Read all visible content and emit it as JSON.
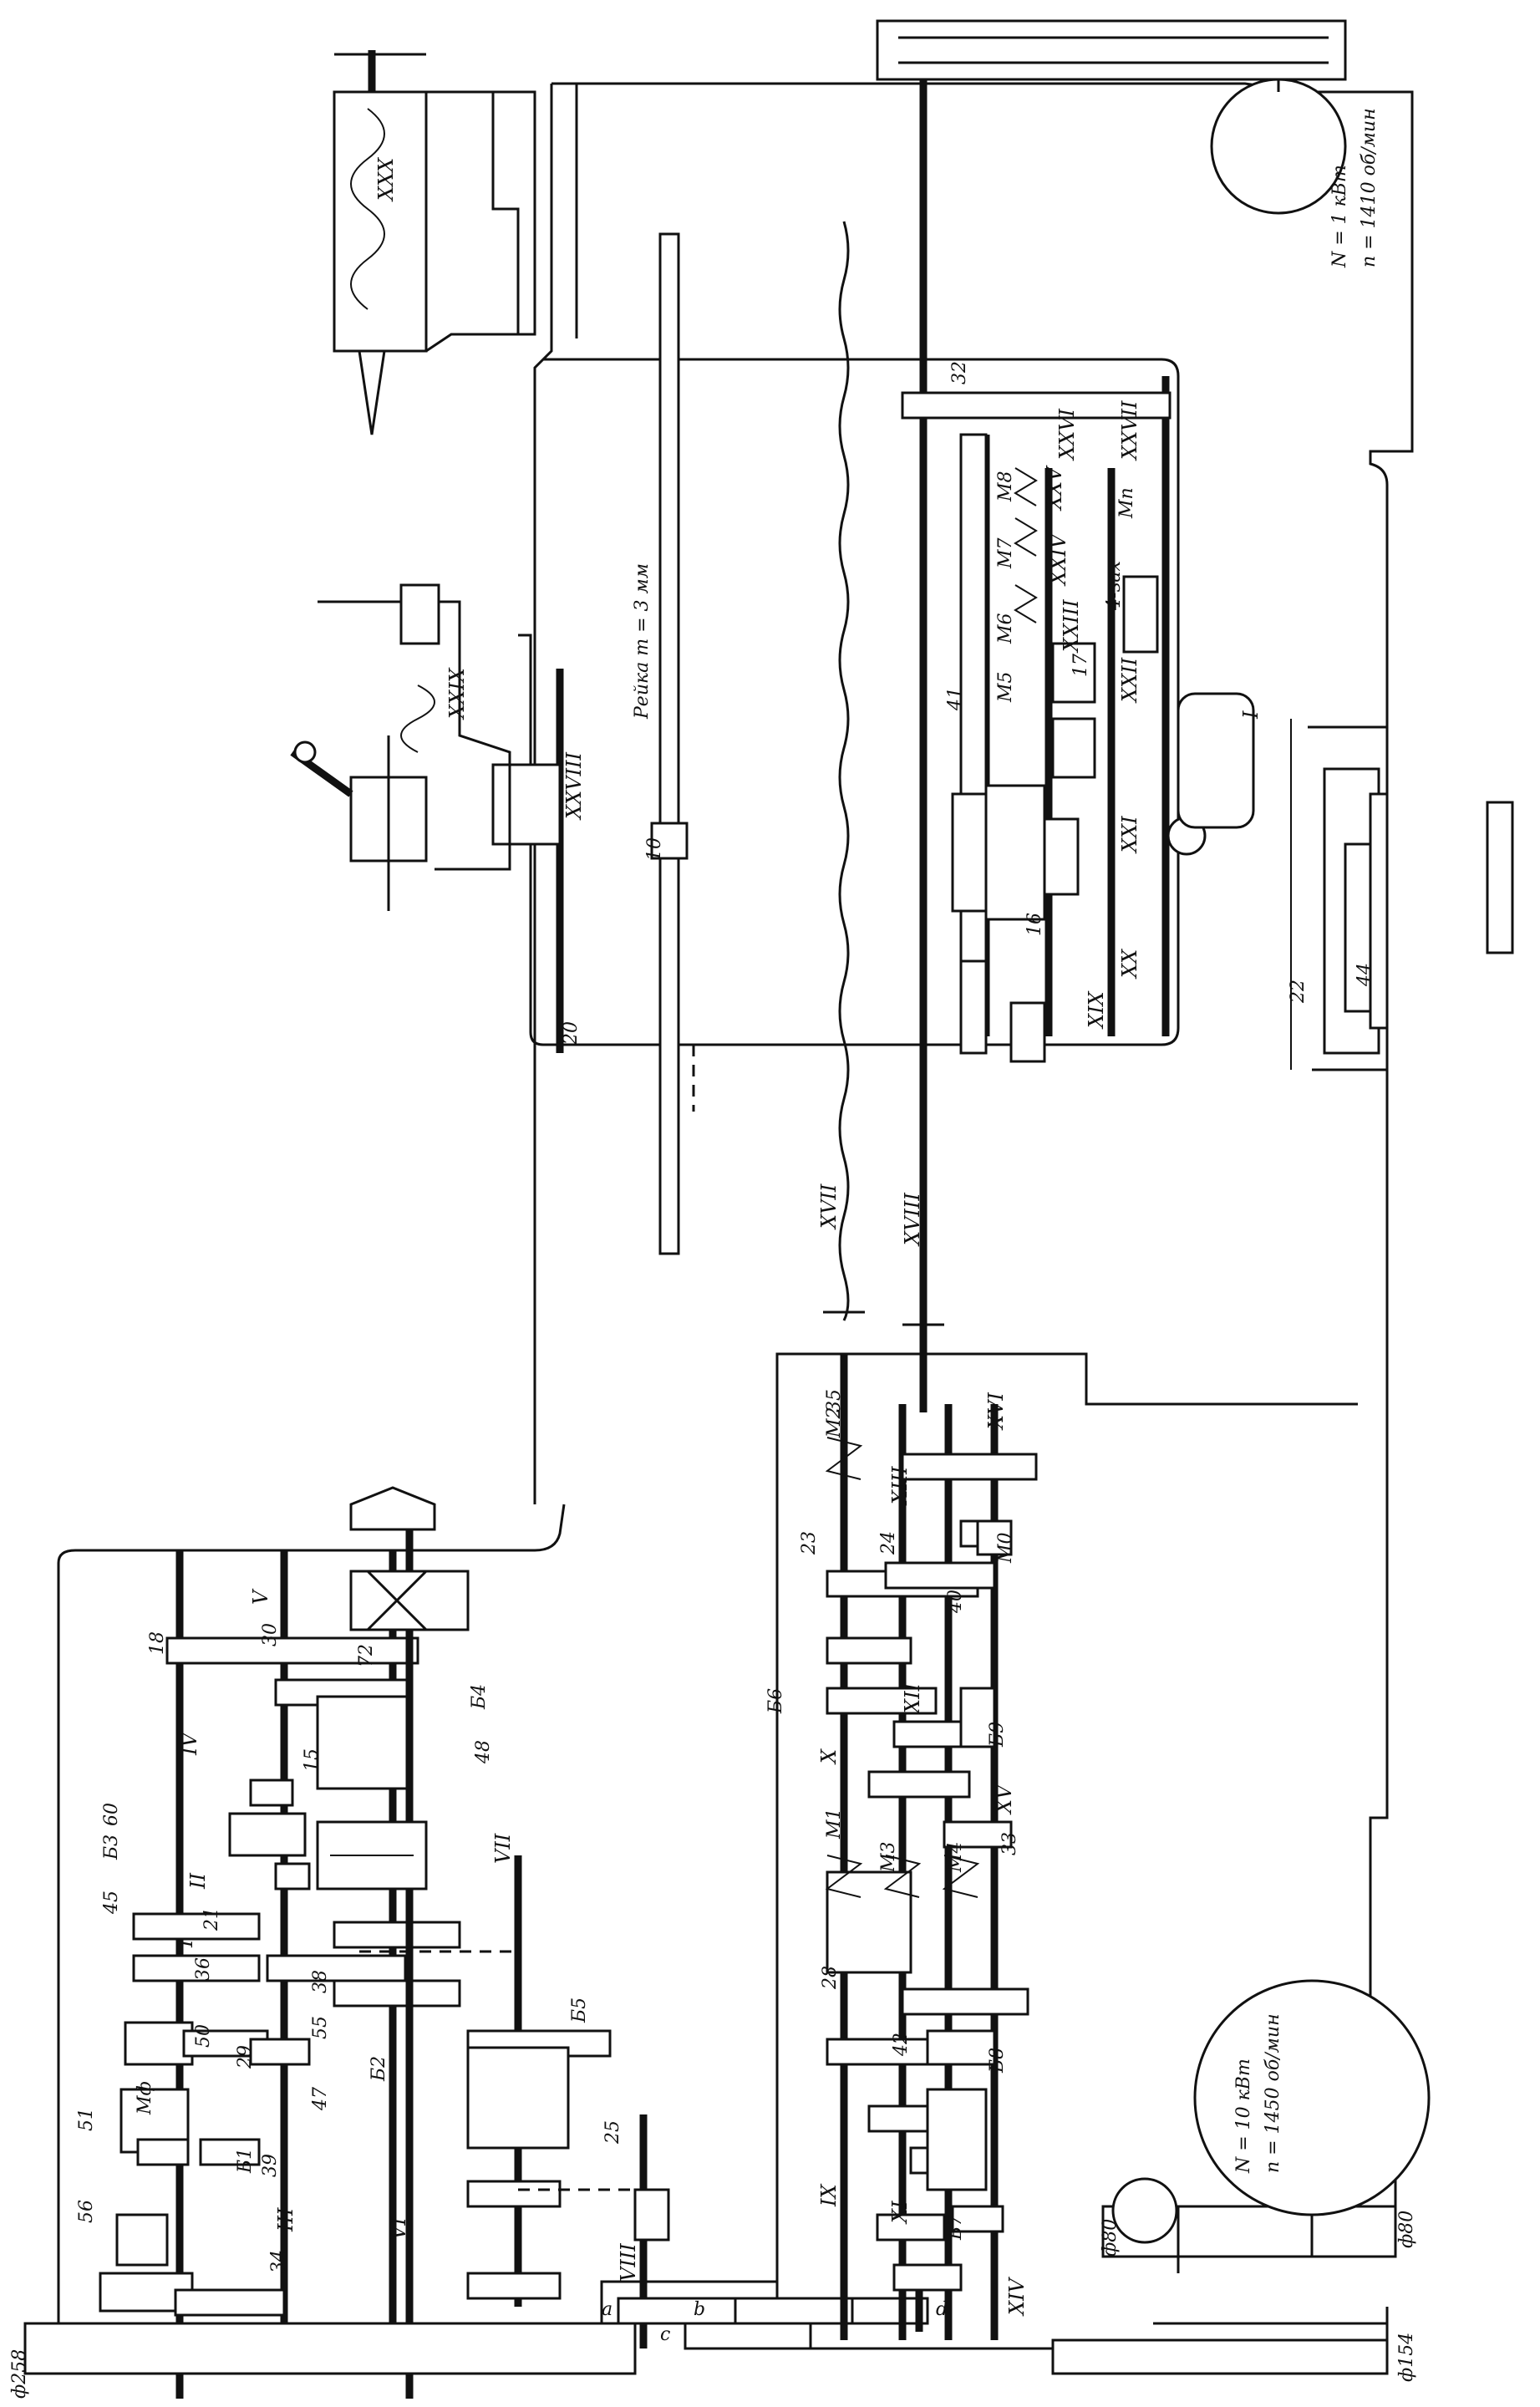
{
  "motor_main": {
    "power": "N = 10 кВт",
    "speed": "n = 1450 об/мин"
  },
  "motor_rapid": {
    "power": "N = 1 кВт",
    "speed": "n = 1410 об/мин"
  },
  "rack": "Рейка m = 3 мм",
  "pulleys": {
    "main": "ф258",
    "motor": "ф154",
    "p80a": "ф80",
    "p80b": "ф80"
  },
  "change_gears": [
    "a",
    "b",
    "c",
    "d"
  ],
  "clutches": [
    "Mф",
    "M1",
    "M2",
    "M3",
    "M4",
    "M0",
    "M5",
    "M6",
    "M7",
    "M8",
    "Mп"
  ],
  "shafts": [
    "I",
    "II",
    "III",
    "IV",
    "V",
    "VI",
    "VII",
    "VIII",
    "IX",
    "X",
    "XI",
    "XII",
    "XIII",
    "XIV",
    "XV",
    "XVI",
    "XVII",
    "XVIII",
    "XIX",
    "XX",
    "XXI",
    "XXII",
    "XXIII",
    "XXIV",
    "XXV",
    "XXVI",
    "XXVII",
    "XXVIII",
    "XXIX",
    "XXX"
  ],
  "blocks": [
    "Б1",
    "Б2",
    "Б3",
    "Б4",
    "Б5",
    "Б6",
    "Б7",
    "Б8",
    "Б9"
  ],
  "gear_numbers": [
    "56",
    "51",
    "50",
    "36",
    "21",
    "39",
    "34",
    "29",
    "47",
    "55",
    "38",
    "45",
    "60",
    "15",
    "30",
    "18",
    "72",
    "48",
    "25",
    "28",
    "23",
    "24",
    "35",
    "40",
    "33",
    "42",
    "20",
    "10",
    "16",
    "17",
    "41",
    "32",
    "44",
    "22",
    "4-зах"
  ],
  "detail_marker": "I"
}
